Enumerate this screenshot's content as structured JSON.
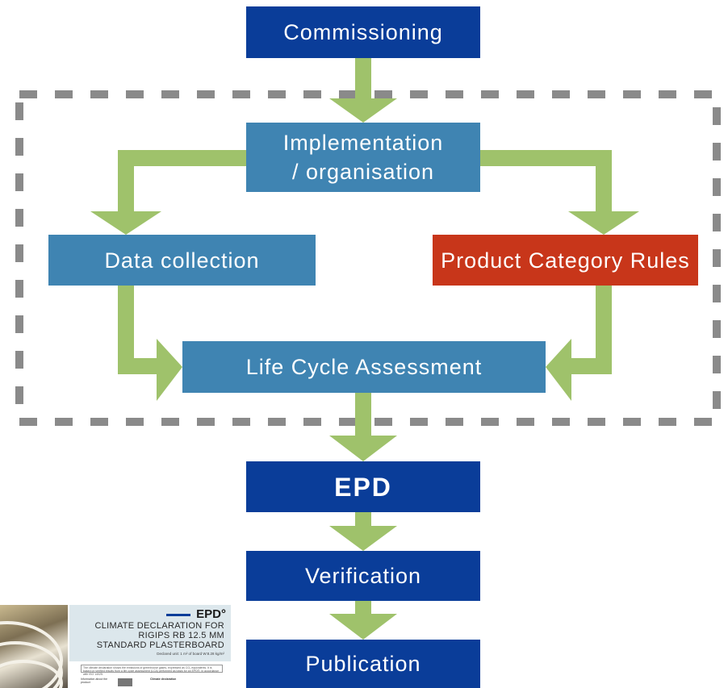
{
  "boxes": {
    "commissioning": [
      "Commissioning"
    ],
    "implementation": [
      "Implementation",
      "/ organisation"
    ],
    "data_collection": [
      "Data collection"
    ],
    "pcr": [
      "Product Category Rules"
    ],
    "lca": [
      "Life Cycle Assessment"
    ],
    "epd": [
      "EPD"
    ],
    "verification": [
      "Verification"
    ],
    "publication": [
      "Publication"
    ]
  },
  "colors": {
    "dark_blue": "#0a3d99",
    "light_blue": "#3f84b2",
    "red": "#c8361a",
    "arrow_green": "#9fc26b",
    "dash_gray": "#8a8a8a"
  },
  "thumbnail": {
    "logo": "EPD°",
    "title_lines": [
      "CLIMATE DECLARATION FOR",
      "RIGIPS RB 12.5 MM",
      "STANDARD PLASTERBOARD"
    ],
    "declared_unit": "Declared unit: 1 m² of board W:8.28 kg/m²",
    "summary": "The climate declaration shows the emissions of greenhouse gases, expressed as CO₂ equivalents. It is based on verified results from a life cycle assessment (LCA) performed as basis for an EPD®, in accordance with ISO 14025.",
    "col_a": "Information about the product",
    "col_b": "Climate declaration"
  }
}
